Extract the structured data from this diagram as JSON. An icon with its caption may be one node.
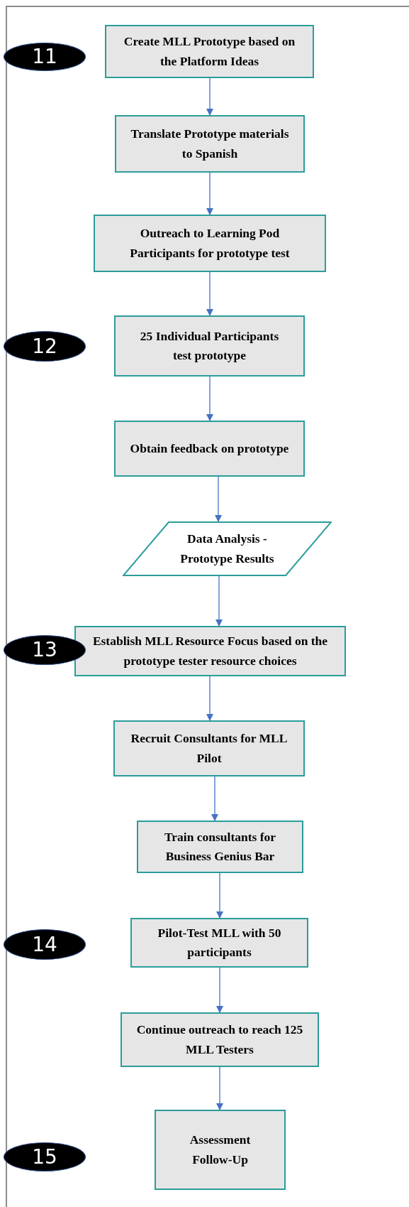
{
  "diagram": {
    "nodes": [
      {
        "text": [
          "Create MLL Prototype based on the Platform Ideas"
        ]
      },
      {
        "text": [
          "Translate Prototype materials to Spanish"
        ]
      },
      {
        "text": [
          "Outreach to Learning Pod Participants for prototype test"
        ]
      },
      {
        "text": [
          "25 Individual Participants test prototype"
        ]
      },
      {
        "text": [
          "Obtain feedback on prototype"
        ]
      },
      {
        "text": [
          "Data Analysis - Prototype Results"
        ]
      },
      {
        "text": [
          "Establish MLL Resource Focus based on the prototype tester resource choices"
        ]
      },
      {
        "text": [
          "Recruit Consultants for MLL Pilot"
        ]
      },
      {
        "text": [
          "Train consultants for Business Genius Bar"
        ]
      },
      {
        "text": [
          "Pilot-Test MLL with 50 participants"
        ]
      },
      {
        "text": [
          "Continue outreach to reach 125 MLL Testers"
        ]
      },
      {
        "text": [
          "Assessment Follow-Up"
        ]
      },
      {
        "text": [
          "11"
        ]
      },
      {
        "text": [
          "12"
        ]
      },
      {
        "text": [
          "13"
        ]
      },
      {
        "text": [
          "14"
        ]
      },
      {
        "text": [
          "15"
        ]
      }
    ],
    "edges": [
      {
        "from": 0,
        "to": 1,
        "arrow": "to"
      },
      {
        "from": 1,
        "to": 2,
        "arrow": "to"
      },
      {
        "from": 2,
        "to": 3,
        "arrow": "to"
      },
      {
        "from": 3,
        "to": 4,
        "arrow": "to"
      },
      {
        "from": 4,
        "to": 5,
        "arrow": "to"
      },
      {
        "from": 5,
        "to": 6,
        "arrow": "to"
      },
      {
        "from": 6,
        "to": 7,
        "arrow": "to"
      },
      {
        "from": 7,
        "to": 8,
        "arrow": "to"
      },
      {
        "from": 8,
        "to": 9,
        "arrow": "to"
      },
      {
        "from": 9,
        "to": 10,
        "arrow": "to"
      },
      {
        "from": 10,
        "to": 11,
        "arrow": "to"
      }
    ]
  }
}
